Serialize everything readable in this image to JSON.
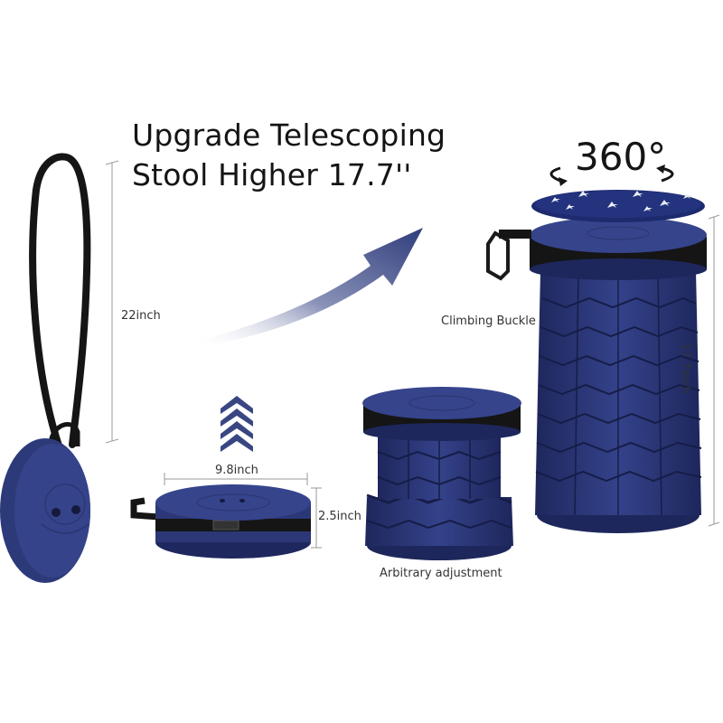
{
  "headline": {
    "line1": "Upgrade Telescoping",
    "line2": "Stool Higher 17.7''"
  },
  "labels": {
    "strap_length": "22inch",
    "diameter": "9.8inch",
    "folded_height": "2.5inch",
    "extended_height": "17.7inch",
    "rotation": "360°",
    "buckle": "Climbing Buckle",
    "adjustment": "Arbitrary adjustment"
  },
  "colors": {
    "stool_navy": "#2d3a7a",
    "stool_dark": "#1c2458",
    "strap_black": "#151515",
    "arrow_blue": "#2f3d7c"
  }
}
